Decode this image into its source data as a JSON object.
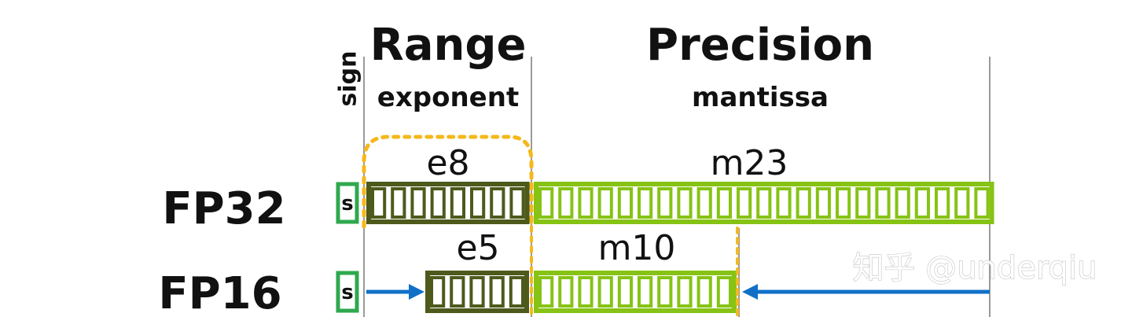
{
  "headers": {
    "sign": "sign",
    "range": "Range",
    "exponent": "exponent",
    "precision": "Precision",
    "mantissa": "mantissa"
  },
  "rows": [
    {
      "label": "FP32",
      "sign_letter": "s",
      "exponent_label": "e8",
      "exponent_bits": 8,
      "mantissa_label": "m23",
      "mantissa_bits": 23
    },
    {
      "label": "FP16",
      "sign_letter": "s",
      "exponent_label": "e5",
      "exponent_bits": 5,
      "mantissa_label": "m10",
      "mantissa_bits": 10
    }
  ],
  "watermark": "知乎 @underqiu",
  "colors": {
    "sign": "#2fa84f",
    "exponent": "#4d5a1c",
    "mantissa": "#86c314",
    "arrow": "#1070c8",
    "dotted": "#f5b81c",
    "divider": "#9a9a9a"
  }
}
